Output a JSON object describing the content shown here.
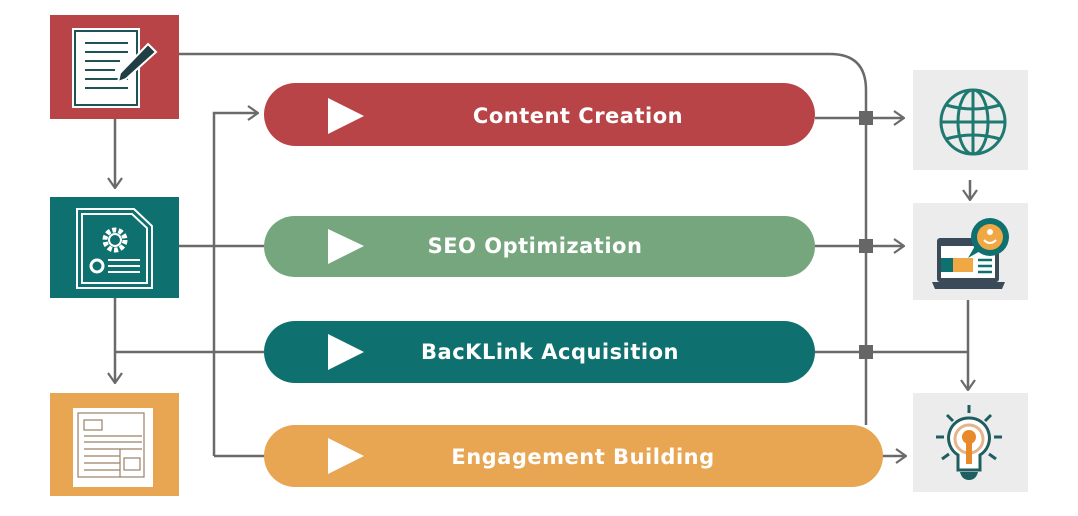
{
  "colors": {
    "red": "#b84448",
    "green": "#76a67d",
    "teal": "#0e706f",
    "orange": "#e8a552",
    "line": "#6a6a6a",
    "panel": "#ececec"
  },
  "stages": [
    {
      "label": "Content  Creation",
      "color": "red"
    },
    {
      "label": "SEO Optimization",
      "color": "green"
    },
    {
      "label": "BacKLink Acquisition",
      "color": "teal"
    },
    {
      "label": "Engagement  Building",
      "color": "orange"
    }
  ],
  "icons": {
    "left": [
      "document-pencil-icon",
      "document-gear-icon",
      "layout-document-icon"
    ],
    "right": [
      "globe-icon",
      "laptop-chat-icon",
      "lightbulb-icon"
    ]
  }
}
